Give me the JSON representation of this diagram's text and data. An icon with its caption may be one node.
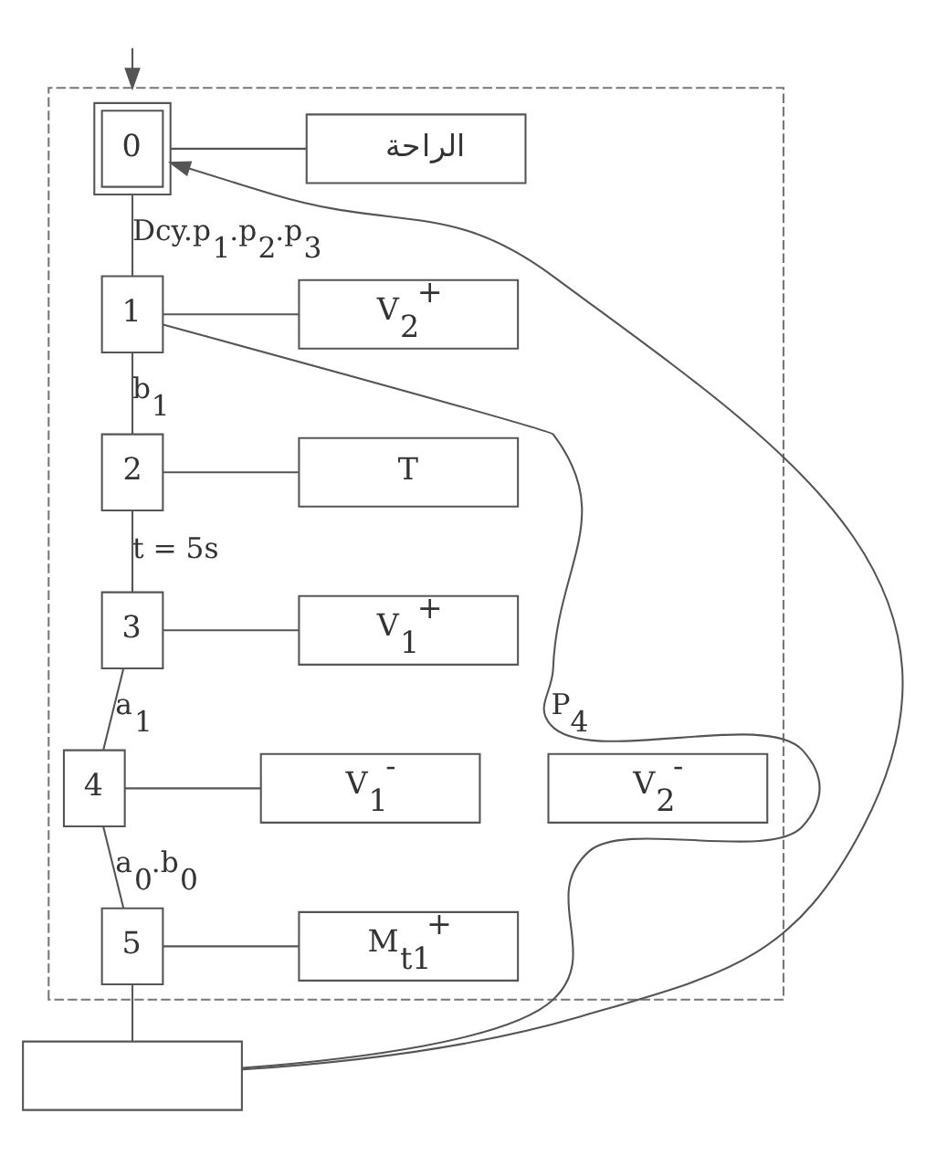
{
  "diagram": {
    "nodes": [
      {
        "text": [],
        "shape": "box"
      },
      {
        "text": [
          "0"
        ],
        "in": 0
      },
      {
        "text": [
          "الراحة"
        ],
        "in": 0
      },
      {
        "text": [
          "1"
        ],
        "in": 0
      },
      {
        "text": [
          "V$_{2}$$^{+}$"
        ],
        "in": 0
      },
      {
        "text": [
          "2"
        ],
        "in": 0
      },
      {
        "text": [
          "T"
        ],
        "in": 0
      },
      {
        "text": [
          "3"
        ],
        "in": 0
      },
      {
        "text": [
          "V$_{1}$$^{+}$"
        ],
        "in": 0
      },
      {
        "text": [
          "4"
        ],
        "in": 0
      },
      {
        "text": [
          "V$_{1}$$^{-}$"
        ],
        "in": 0
      },
      {
        "text": [
          "V$_{2}$$^{-}$"
        ],
        "in": 0
      },
      {
        "text": [
          "5"
        ],
        "in": 0
      },
      {
        "text": [
          "M$_{t1}$$^{+}$"
        ],
        "in": 0
      },
      {
        "text": [],
        "shape": "box"
      }
    ],
    "edges": [
      {
        "from": null,
        "to": 0,
        "arrow": "to"
      },
      {
        "from": 1,
        "to": 2,
        "arrow": "none"
      },
      {
        "from": 1,
        "to": 3,
        "arrow": "none",
        "label": "Dcy.p$_{1}$.p$_{2}$.p$_{3}$"
      },
      {
        "from": 3,
        "to": 4,
        "arrow": "none"
      },
      {
        "from": 3,
        "to": 5,
        "arrow": "none",
        "label": "b$_{1}$"
      },
      {
        "from": 5,
        "to": 6,
        "arrow": "none"
      },
      {
        "from": 5,
        "to": 7,
        "arrow": "none",
        "label": "t = 5s"
      },
      {
        "from": 7,
        "to": 8,
        "arrow": "none"
      },
      {
        "from": 7,
        "to": 9,
        "arrow": "none",
        "label": "a$_{1}$"
      },
      {
        "from": 9,
        "to": 10,
        "arrow": "none"
      },
      {
        "from": 9,
        "to": 12,
        "arrow": "none",
        "label": "a$_{0}$.b$_{0}$"
      },
      {
        "from": 12,
        "to": 13,
        "arrow": "none"
      },
      {
        "from": 12,
        "to": 14,
        "arrow": "none"
      },
      {
        "from": 14,
        "to": 3,
        "arrow": "none",
        "label": "P$_{4}$"
      },
      {
        "from": 14,
        "to": 1,
        "arrow": "to"
      }
    ]
  }
}
